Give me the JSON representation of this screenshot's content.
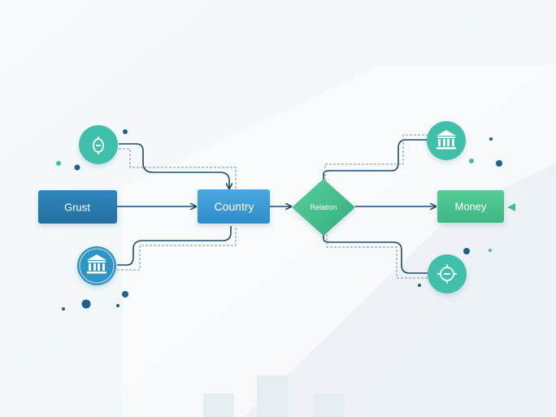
{
  "diagram": {
    "nodes": [
      {
        "id": "grust",
        "kind": "rect",
        "label": "Grust",
        "fill": "#2c7fb8"
      },
      {
        "id": "country",
        "kind": "rect",
        "label": "Country",
        "fill": "#3a9ad6"
      },
      {
        "id": "decision",
        "kind": "diamond",
        "label": "Relation",
        "fill": "#3fbf8e"
      },
      {
        "id": "money",
        "kind": "rect",
        "label": "Money",
        "fill": "#48c48e"
      },
      {
        "id": "top-left-circle",
        "kind": "circle",
        "icon": "coin-icon",
        "fill": "#3fbfaa"
      },
      {
        "id": "bottom-left-circle",
        "kind": "circle",
        "icon": "bank-icon",
        "fill": "#2f95c4"
      },
      {
        "id": "top-right-circle",
        "kind": "circle",
        "icon": "bank-icon",
        "fill": "#3fbfaa"
      },
      {
        "id": "bottom-right-circle",
        "kind": "circle",
        "icon": "gear-icon",
        "fill": "#3fbfaa"
      }
    ],
    "edges": [
      {
        "from": "grust",
        "to": "country"
      },
      {
        "from": "top-left-circle",
        "to": "country"
      },
      {
        "from": "bottom-left-circle",
        "to": "country"
      },
      {
        "from": "country",
        "to": "decision"
      },
      {
        "from": "decision",
        "to": "money"
      },
      {
        "from": "decision",
        "to": "top-right-circle"
      },
      {
        "from": "decision",
        "to": "bottom-right-circle"
      }
    ],
    "colors": {
      "background": "#f3f7f9",
      "edge": "#1f4a66",
      "edge_dashed": "#7a93a6",
      "dot_dark": "#1f5f8c",
      "dot_teal": "#3fbfaa"
    }
  }
}
